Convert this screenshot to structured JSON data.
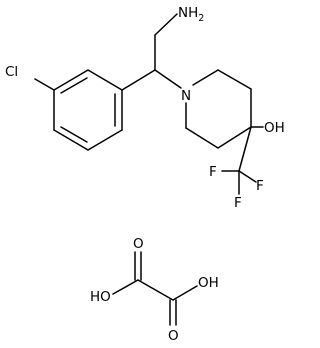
{
  "diagram": {
    "type": "chemical-structure",
    "labels": {
      "amine": "NH",
      "amine_subscript": "2",
      "chlorine": "Cl",
      "ring_nitrogen": "N",
      "hydroxyl": "OH",
      "fluorine_1": "F",
      "fluorine_2": "F",
      "fluorine_3": "F",
      "oxalic_oxygen_top": "O",
      "oxalic_oxygen_bottom": "O",
      "oxalic_hydroxyl_left": "HO",
      "oxalic_hydroxyl_right": "OH"
    }
  }
}
